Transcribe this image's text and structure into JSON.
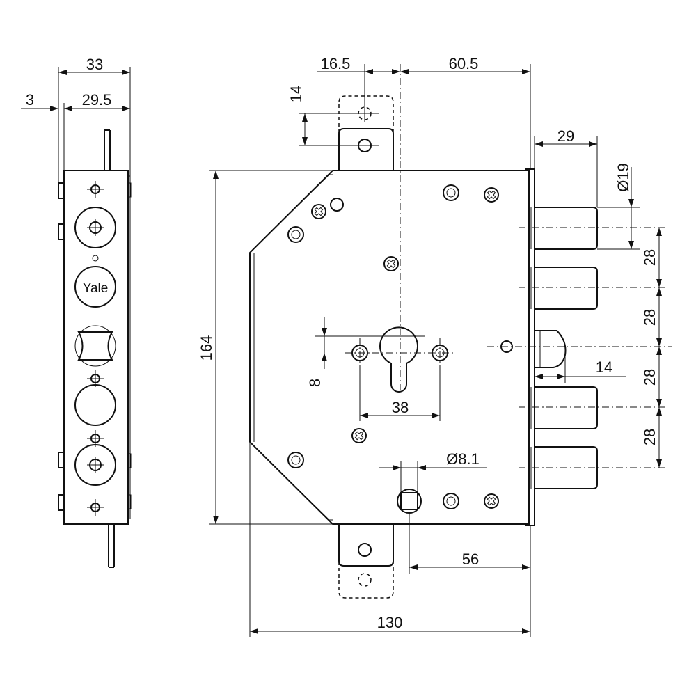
{
  "brand_label": "Yale",
  "dimensions": {
    "side_total_width": "33",
    "side_plate_thickness": "3",
    "side_body_width": "29.5",
    "top_offset_left": "16.5",
    "top_offset_right": "60.5",
    "hole_spacing": "14",
    "height": "164",
    "bolt_length": "29",
    "bolt_diameter": "Ø19",
    "bolt_pitch_1": "28",
    "bolt_pitch_2": "28",
    "bolt_pitch_3": "28",
    "bolt_pitch_4": "28",
    "latch_projection": "14",
    "cylinder_offset": "8",
    "screw_spacing": "38",
    "spindle_size": "Ø8.1",
    "backset": "56",
    "width": "130"
  }
}
